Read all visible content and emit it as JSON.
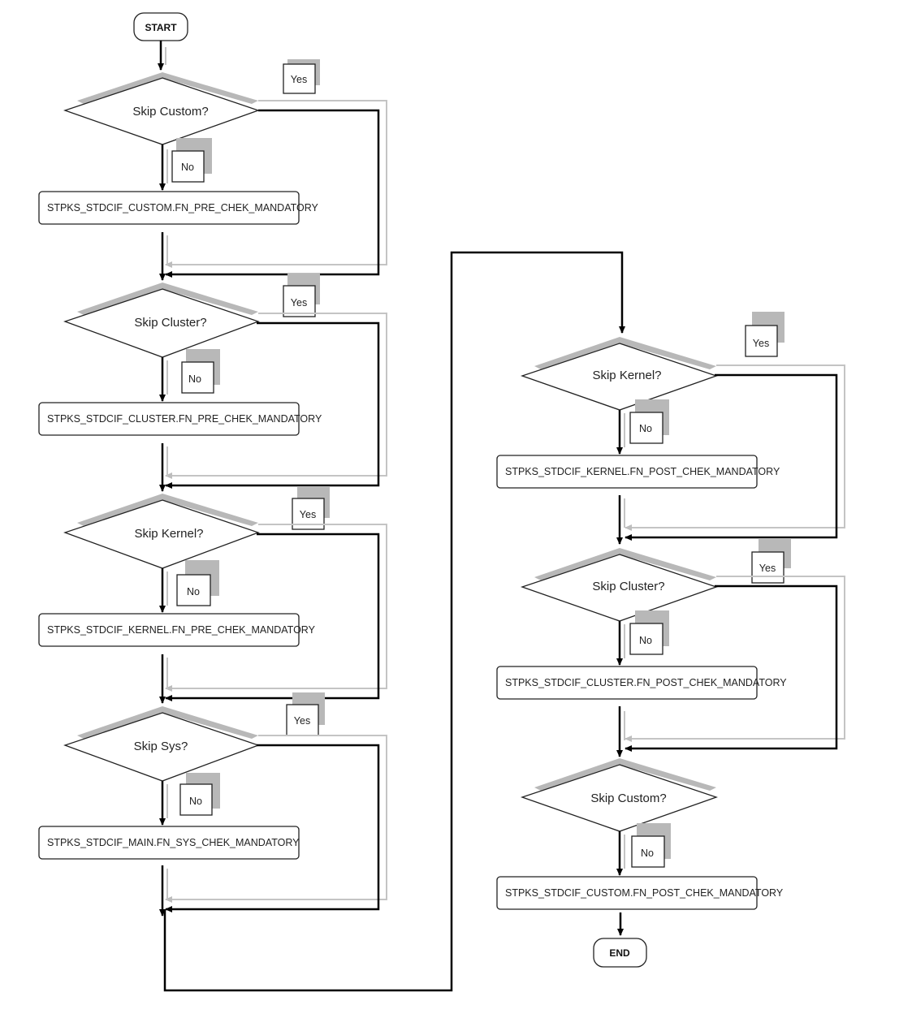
{
  "terminals": {
    "start": "START",
    "end": "END"
  },
  "decisions": [
    {
      "id": "d1",
      "label": "Skip Custom?",
      "yes": "Yes",
      "no": "No"
    },
    {
      "id": "d2",
      "label": "Skip Cluster?",
      "yes": "Yes",
      "no": "No"
    },
    {
      "id": "d3",
      "label": "Skip Kernel?",
      "yes": "Yes",
      "no": "No"
    },
    {
      "id": "d4",
      "label": "Skip Sys?",
      "yes": "Yes",
      "no": "No"
    },
    {
      "id": "d5",
      "label": "Skip Kernel?",
      "yes": "Yes",
      "no": "No"
    },
    {
      "id": "d6",
      "label": "Skip Cluster?",
      "yes": "Yes",
      "no": "No"
    },
    {
      "id": "d7",
      "label": "Skip Custom?",
      "no": "No"
    }
  ],
  "processes": [
    {
      "id": "p1",
      "label": "STPKS_STDCIF_CUSTOM.FN_PRE_CHEK_MANDATORY"
    },
    {
      "id": "p2",
      "label": "STPKS_STDCIF_CLUSTER.FN_PRE_CHEK_MANDATORY"
    },
    {
      "id": "p3",
      "label": "STPKS_STDCIF_KERNEL.FN_PRE_CHEK_MANDATORY"
    },
    {
      "id": "p4",
      "label": "STPKS_STDCIF_MAIN.FN_SYS_CHEK_MANDATORY"
    },
    {
      "id": "p5",
      "label": "STPKS_STDCIF_KERNEL.FN_POST_CHEK_MANDATORY"
    },
    {
      "id": "p6",
      "label": "STPKS_STDCIF_CLUSTER.FN_POST_CHEK_MANDATORY"
    },
    {
      "id": "p7",
      "label": "STPKS_STDCIF_CUSTOM.FN_POST_CHEK_MANDATORY"
    }
  ]
}
